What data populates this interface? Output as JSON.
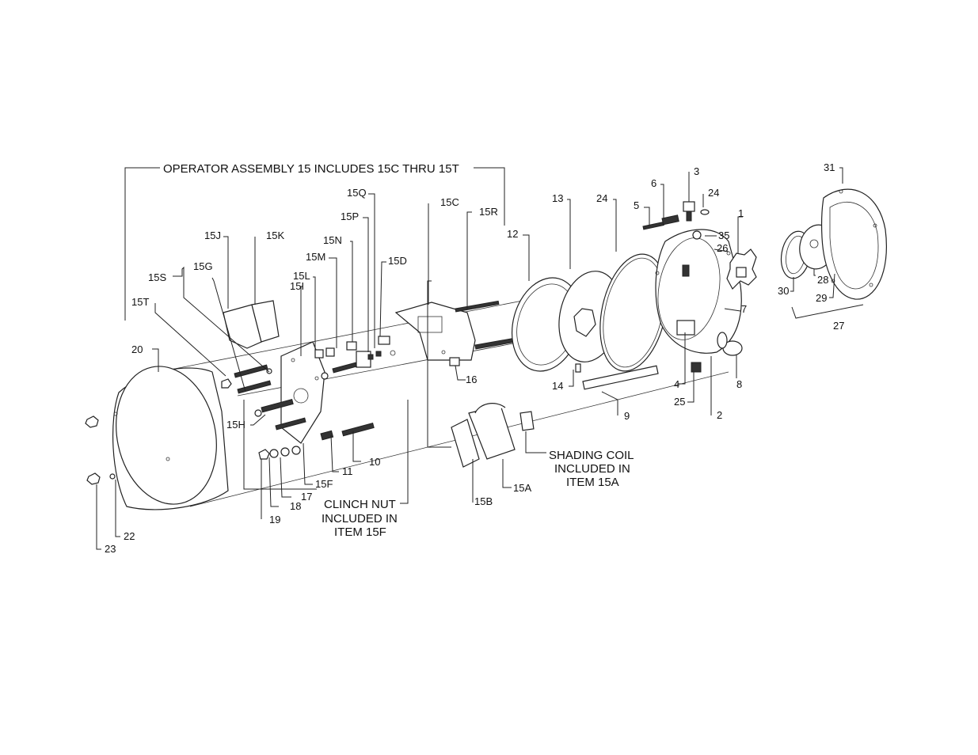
{
  "notes": {
    "operator": "OPERATOR ASSEMBLY 15 INCLUDES 15C THRU 15T",
    "shading1": "SHADING COIL",
    "shading2": "INCLUDED IN",
    "shading3": "ITEM 15A",
    "clinch1": "CLINCH NUT",
    "clinch2": "INCLUDED IN",
    "clinch3": "ITEM 15F"
  },
  "labels": {
    "l1": "1",
    "l2": "2",
    "l3": "3",
    "l4": "4",
    "l5": "5",
    "l6": "6",
    "l7": "7",
    "l8": "8",
    "l9": "9",
    "l10": "10",
    "l11": "11",
    "l12": "12",
    "l13": "13",
    "l14": "14",
    "l16": "16",
    "l17": "17",
    "l18": "18",
    "l19": "19",
    "l20": "20",
    "l22": "22",
    "l23": "23",
    "l24a": "24",
    "l24b": "24",
    "l25": "25",
    "l26": "26",
    "l27": "27",
    "l28": "28",
    "l29": "29",
    "l30": "30",
    "l31": "31",
    "l35": "35",
    "l15A": "15A",
    "l15B": "15B",
    "l15C": "15C",
    "l15D": "15D",
    "l15F": "15F",
    "l15G": "15G",
    "l15H": "15H",
    "l15I": "15I",
    "l15J": "15J",
    "l15K": "15K",
    "l15L": "15L",
    "l15M": "15M",
    "l15N": "15N",
    "l15P": "15P",
    "l15Q": "15Q",
    "l15R": "15R",
    "l15S": "15S",
    "l15T": "15T"
  }
}
